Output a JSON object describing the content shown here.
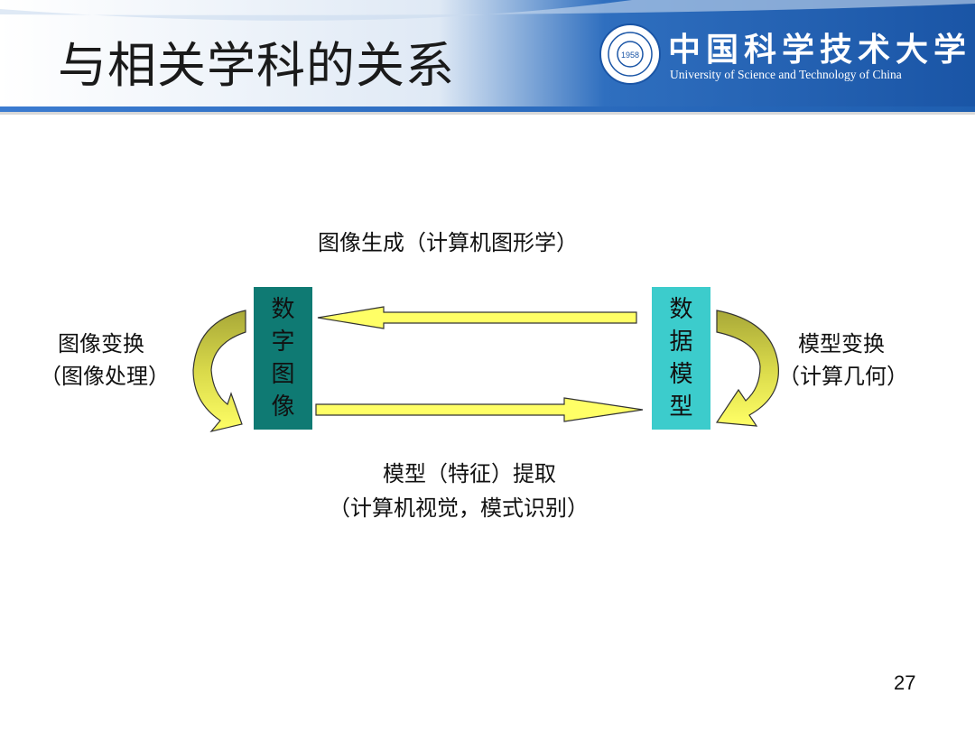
{
  "header": {
    "title": "与相关学科的关系",
    "logo_cn": "中国科学技术大学",
    "logo_en": "University of Science and Technology of China",
    "seal_year": "1958",
    "colors": {
      "band": "#1f5fb0",
      "band_dark": "#164a93"
    }
  },
  "diagram": {
    "box_left": {
      "chars": [
        "数",
        "字",
        "图",
        "像"
      ],
      "color": "#0f7a73"
    },
    "box_right": {
      "chars": [
        "数",
        "据",
        "模",
        "型"
      ],
      "color": "#3ccccc"
    },
    "top_label": "图像生成（计算机图形学）",
    "bottom_label_line1": "模型（特征）提取",
    "bottom_label_line2": "（计算机视觉，模式识别）",
    "left_label_line1": "图像变换",
    "left_label_line2": "（图像处理）",
    "right_label_line1": "模型变换",
    "right_label_line2": "（计算几何）",
    "arrow_fill": "#ffff66",
    "curve_gradient": [
      "#b8b83a",
      "#ffff66"
    ]
  },
  "page_number": "27"
}
